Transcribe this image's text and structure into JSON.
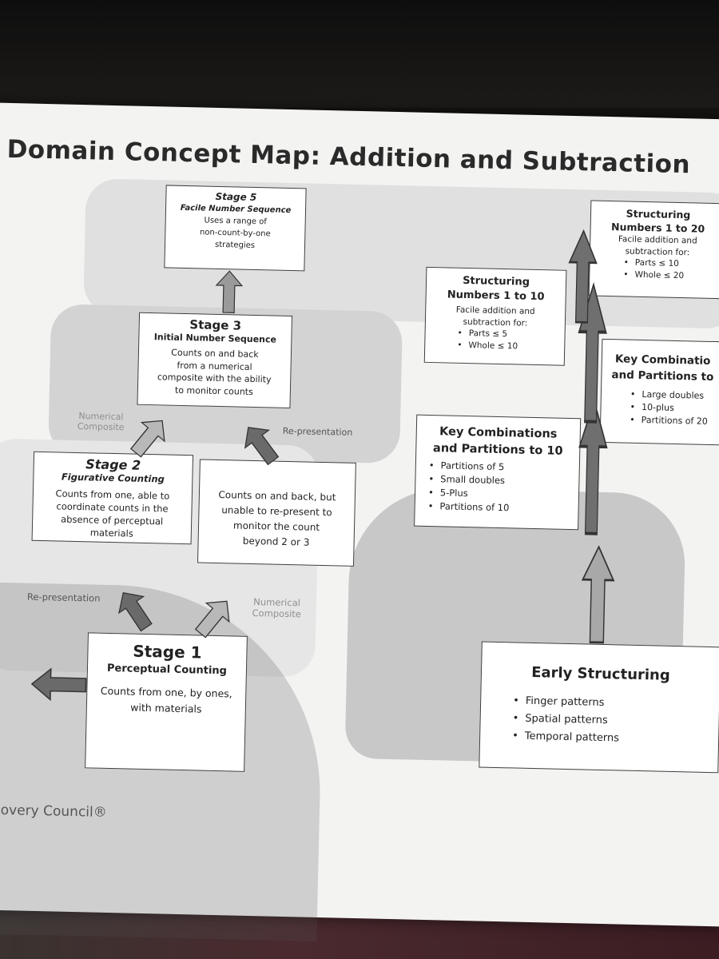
{
  "title": "Domain Concept Map:  Addition and Subtraction",
  "stage5": {
    "heading": "Stage 5",
    "subheading": "Facile Number Sequence",
    "description": [
      "Uses a range of",
      "non-count-by-one",
      "strategies"
    ]
  },
  "stage3": {
    "heading": "Stage 3",
    "subheading": "Initial Number Sequence",
    "description": [
      "Counts on and back",
      "from a numerical",
      "composite with the ability",
      "to monitor counts"
    ]
  },
  "stage2": {
    "heading": "Stage 2",
    "subheading": "Figurative Counting",
    "description": [
      "Counts from one, able to",
      "coordinate counts in the",
      "absence of perceptual",
      "materials"
    ]
  },
  "intermediate": {
    "description": [
      "Counts on and back, but",
      "unable to re-present to",
      "monitor the count",
      "beyond 2 or 3"
    ]
  },
  "stage1": {
    "heading": "Stage 1",
    "subheading": "Perceptual Counting",
    "description": [
      "Counts from one, by ones,",
      "with materials"
    ]
  },
  "arrow_labels": {
    "numerical_composite_upper": [
      "Numerical",
      "Composite"
    ],
    "re_presentation_upper": "Re-presentation",
    "re_presentation_lower": "Re-presentation",
    "numerical_composite_lower": [
      "Numerical",
      "Composite"
    ]
  },
  "structuring_20": {
    "heading": [
      "Structuring",
      "Numbers 1 to 20"
    ],
    "intro": [
      "Facile addition and",
      "subtraction for:"
    ],
    "items": [
      "Parts ≤ 10",
      "Whole ≤ 20"
    ]
  },
  "structuring_10": {
    "heading": [
      "Structuring",
      "Numbers 1 to 10"
    ],
    "intro": [
      "Facile addition and",
      "subtraction for:"
    ],
    "items": [
      "Parts ≤ 5",
      "Whole ≤ 10"
    ]
  },
  "key_combinations_20": {
    "heading": [
      "Key Combinatio",
      "and Partitions to"
    ],
    "items": [
      "Large doubles",
      "10-plus",
      "Partitions of 20"
    ]
  },
  "key_combinations_10": {
    "heading": [
      "Key Combinations",
      "and Partitions to 10"
    ],
    "items": [
      "Partitions of 5",
      "Small doubles",
      "5-Plus",
      "Partitions of 10"
    ]
  },
  "early_structuring": {
    "heading": "Early Structuring",
    "items": [
      "Finger patterns",
      "Spatial patterns",
      "Temporal patterns"
    ]
  },
  "footer": "Recovery Council®",
  "colors": {
    "paper": "#f3f3f1",
    "band": "#d9d9d9",
    "arrow_fill": "#9a9a9a",
    "arrow_dark": "#5f5f5f",
    "box_border": "#3d3d3d"
  }
}
